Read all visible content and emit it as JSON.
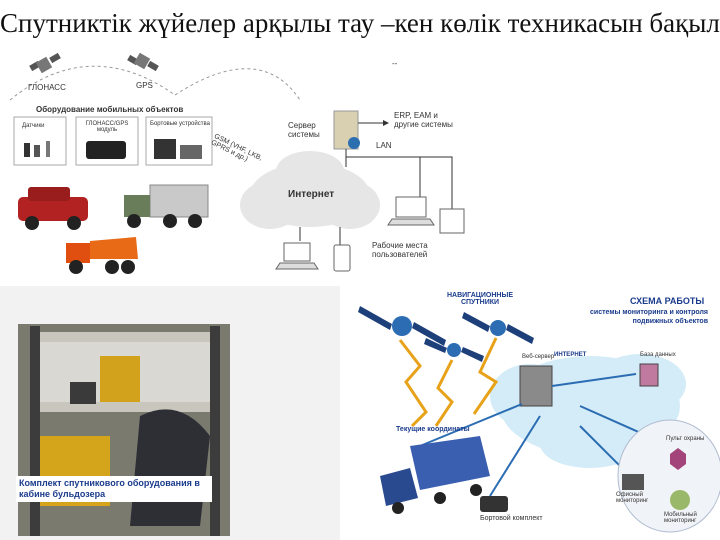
{
  "title": "Спутниктік жүйелер арқылы тау –кен көлік техникасын бақылау",
  "top_diagram": {
    "glonass": "ГЛОНАСС",
    "gps": "GPS",
    "equipment_header": "Оборудование мобильных объектов",
    "box_sensors": "Датчики",
    "box_glonass_module": "ГЛОНАСС/GPS модуль",
    "box_onboard": "Бортовые устройства",
    "gsm_label": "GSM (VHF, LKB, GPRS и др.)",
    "server": "Сервер системы",
    "erp": "ERP, EAM и другие системы",
    "lan": "LAN",
    "internet": "Интернет",
    "workstations": "Рабочие места пользователей",
    "dash": "--"
  },
  "bottom_left": {
    "caption": "Комплект спутникового оборудования в кабине бульдозера"
  },
  "bottom_right": {
    "nav_sats": "НАВИГАЦИОННЫЕ СПУТНИКИ",
    "scheme_title": "СХЕМА РАБОТЫ",
    "scheme_sub": "системы мониторинга и контроля подвижных объектов",
    "web_server": "Веб-сервер",
    "database": "База данных",
    "internet": "ИНТЕРНЕТ",
    "coords": "Текущие координаты",
    "onboard_kit": "Бортовой комплект",
    "office_monitoring": "Офисный мониторинг",
    "mobile_monitoring": "Мобильный мониторинг",
    "guard": "Пульт охраны"
  }
}
